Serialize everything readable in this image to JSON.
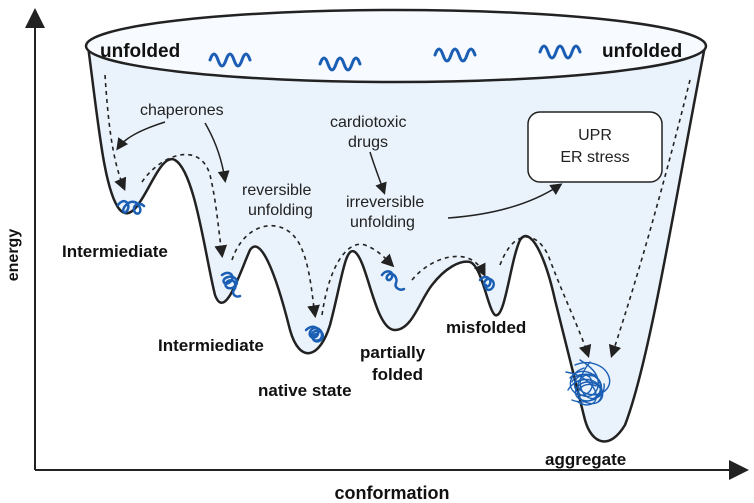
{
  "axes": {
    "x_label": "conformation",
    "y_label": "energy"
  },
  "labels": {
    "unfolded_left": "unfolded",
    "unfolded_right": "unfolded",
    "chaperones": "chaperones",
    "cardiotoxic_line1": "cardiotoxic",
    "cardiotoxic_line2": "drugs",
    "reversible_line1": "reversible",
    "reversible_line2": "unfolding",
    "irreversible_line1": "irreversible",
    "irreversible_line2": "unfolding",
    "upr_line1": "UPR",
    "upr_line2": "ER stress",
    "intermediate_1": "Intermiediate",
    "intermediate_2": "Intermiediate",
    "native_state": "native state",
    "partially_line1": "partially",
    "partially_line2": "folded",
    "misfolded": "misfolded",
    "aggregate": "aggregate"
  },
  "colors": {
    "funnel_fill": "#eaf2fb",
    "funnel_stroke": "#222222",
    "protein": "#1a5fb4",
    "text": "#111111"
  }
}
